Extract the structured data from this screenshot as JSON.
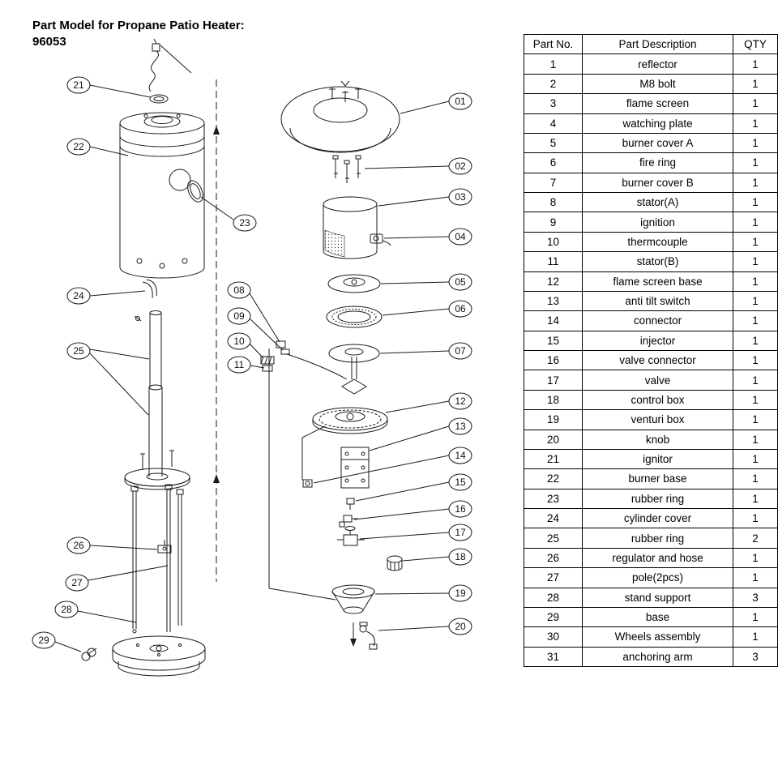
{
  "title": {
    "line1": "Part Model for Propane Patio Heater:",
    "line2": "96053"
  },
  "table": {
    "headers": [
      "Part No.",
      "Part Description",
      "QTY"
    ],
    "rows": [
      {
        "no": "1",
        "desc": "reflector",
        "qty": "1"
      },
      {
        "no": "2",
        "desc": "M8 bolt",
        "qty": "1"
      },
      {
        "no": "3",
        "desc": "flame screen",
        "qty": "1"
      },
      {
        "no": "4",
        "desc": "watching plate",
        "qty": "1"
      },
      {
        "no": "5",
        "desc": "burner cover A",
        "qty": "1"
      },
      {
        "no": "6",
        "desc": "fire ring",
        "qty": "1"
      },
      {
        "no": "7",
        "desc": "burner cover B",
        "qty": "1"
      },
      {
        "no": "8",
        "desc": "stator(A)",
        "qty": "1"
      },
      {
        "no": "9",
        "desc": "ignition",
        "qty": "1"
      },
      {
        "no": "10",
        "desc": "thermcouple",
        "qty": "1"
      },
      {
        "no": "11",
        "desc": "stator(B)",
        "qty": "1"
      },
      {
        "no": "12",
        "desc": "flame screen base",
        "qty": "1"
      },
      {
        "no": "13",
        "desc": "anti tilt switch",
        "qty": "1"
      },
      {
        "no": "14",
        "desc": "connector",
        "qty": "1"
      },
      {
        "no": "15",
        "desc": "injector",
        "qty": "1"
      },
      {
        "no": "16",
        "desc": "valve connector",
        "qty": "1"
      },
      {
        "no": "17",
        "desc": "valve",
        "qty": "1"
      },
      {
        "no": "18",
        "desc": "control box",
        "qty": "1"
      },
      {
        "no": "19",
        "desc": "venturi box",
        "qty": "1"
      },
      {
        "no": "20",
        "desc": "knob",
        "qty": "1"
      },
      {
        "no": "21",
        "desc": "ignitor",
        "qty": "1"
      },
      {
        "no": "22",
        "desc": "burner base",
        "qty": "1"
      },
      {
        "no": "23",
        "desc": "rubber ring",
        "qty": "1"
      },
      {
        "no": "24",
        "desc": "cylinder cover",
        "qty": "1"
      },
      {
        "no": "25",
        "desc": "rubber ring",
        "qty": "2"
      },
      {
        "no": "26",
        "desc": "regulator and hose",
        "qty": "1"
      },
      {
        "no": "27",
        "desc": "pole(2pcs)",
        "qty": "1"
      },
      {
        "no": "28",
        "desc": "stand support",
        "qty": "3"
      },
      {
        "no": "29",
        "desc": "base",
        "qty": "1"
      },
      {
        "no": "30",
        "desc": "Wheels assembly",
        "qty": "1"
      },
      {
        "no": "31",
        "desc": "anchoring arm",
        "qty": "3"
      }
    ]
  },
  "callouts": {
    "01": "01",
    "02": "02",
    "03": "03",
    "04": "04",
    "05": "05",
    "06": "06",
    "07": "07",
    "08": "08",
    "09": "09",
    "10": "10",
    "11": "11",
    "12": "12",
    "13": "13",
    "14": "14",
    "15": "15",
    "16": "16",
    "17": "17",
    "18": "18",
    "19": "19",
    "20": "20",
    "21": "21",
    "22": "22",
    "23": "23",
    "24": "24",
    "25": "25",
    "26": "26",
    "27": "27",
    "28": "28",
    "29": "29"
  }
}
